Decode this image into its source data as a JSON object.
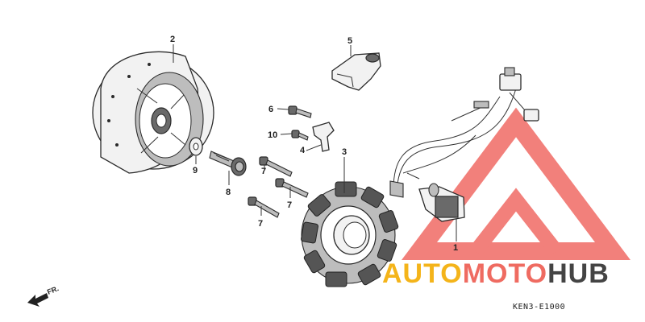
{
  "diagram": {
    "callouts": [
      {
        "id": "flywheel",
        "label": "2"
      },
      {
        "id": "stator",
        "label": "3"
      },
      {
        "id": "wire-clamp",
        "label": "4"
      },
      {
        "id": "pulse-generator",
        "label": "5"
      },
      {
        "id": "bolt-6",
        "label": "6"
      },
      {
        "id": "bolt-7a",
        "label": "7"
      },
      {
        "id": "bolt-7b",
        "label": "7"
      },
      {
        "id": "bolt-7c",
        "label": "7"
      },
      {
        "id": "flange-bolt-8",
        "label": "8"
      },
      {
        "id": "washer-9",
        "label": "9"
      },
      {
        "id": "bolt-10",
        "label": "10"
      },
      {
        "id": "grommet-1",
        "label": "1"
      }
    ],
    "direction_label": "FR.",
    "diagram_code": "KEN3-E1000"
  },
  "watermark": {
    "part1": "AUTO",
    "part2": "MOTO",
    "part3": "HUB",
    "colors": {
      "auto": "#f4b41a",
      "moto": "#ef6b61",
      "hub": "#444444",
      "triangle": "#f06a64"
    }
  }
}
